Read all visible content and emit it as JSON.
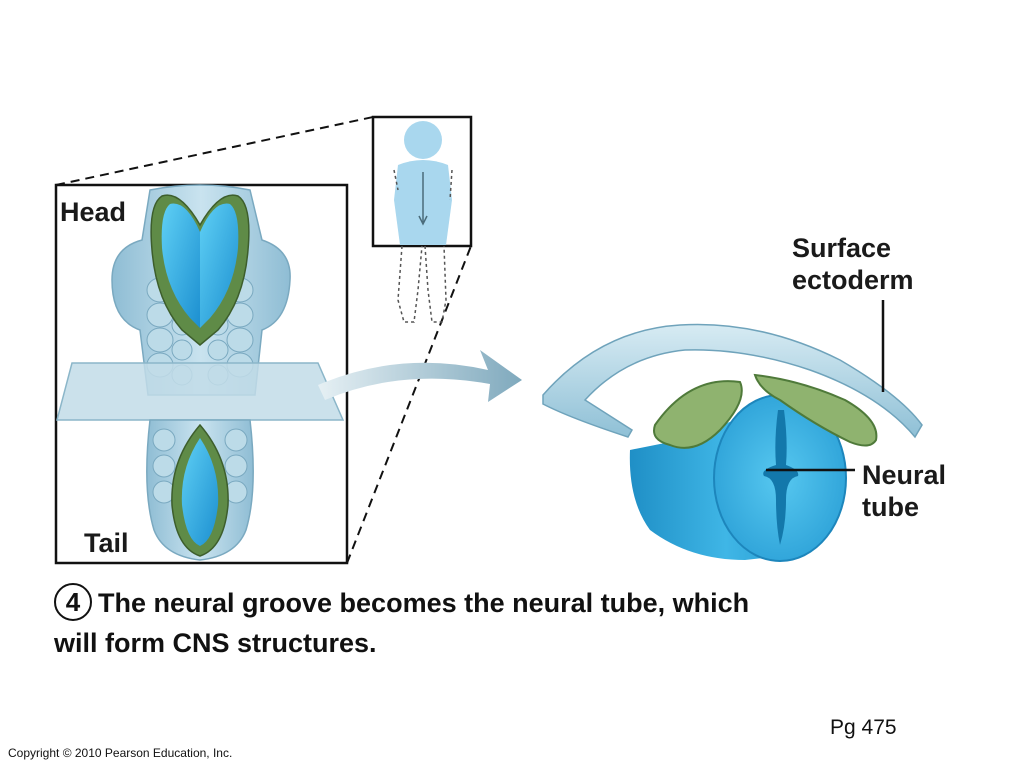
{
  "labels": {
    "head": "Head",
    "tail": "Tail",
    "surface_ectoderm_line1": "Surface",
    "surface_ectoderm_line2": "ectoderm",
    "neural_tube_line1": "Neural",
    "neural_tube_line2": "tube"
  },
  "caption": {
    "step_number": "4",
    "text_line1": "The neural groove becomes the neural tube, which",
    "text_line2": "will form CNS structures."
  },
  "footer": {
    "page_ref": "Pg 475",
    "copyright": "Copyright © 2010 Pearson Education, Inc."
  },
  "colors": {
    "tissue_blue": "#35a6d8",
    "light_blue": "#a9d3e6",
    "neural_green": "#5f8b47",
    "plane_blue": "#c2dce8"
  }
}
